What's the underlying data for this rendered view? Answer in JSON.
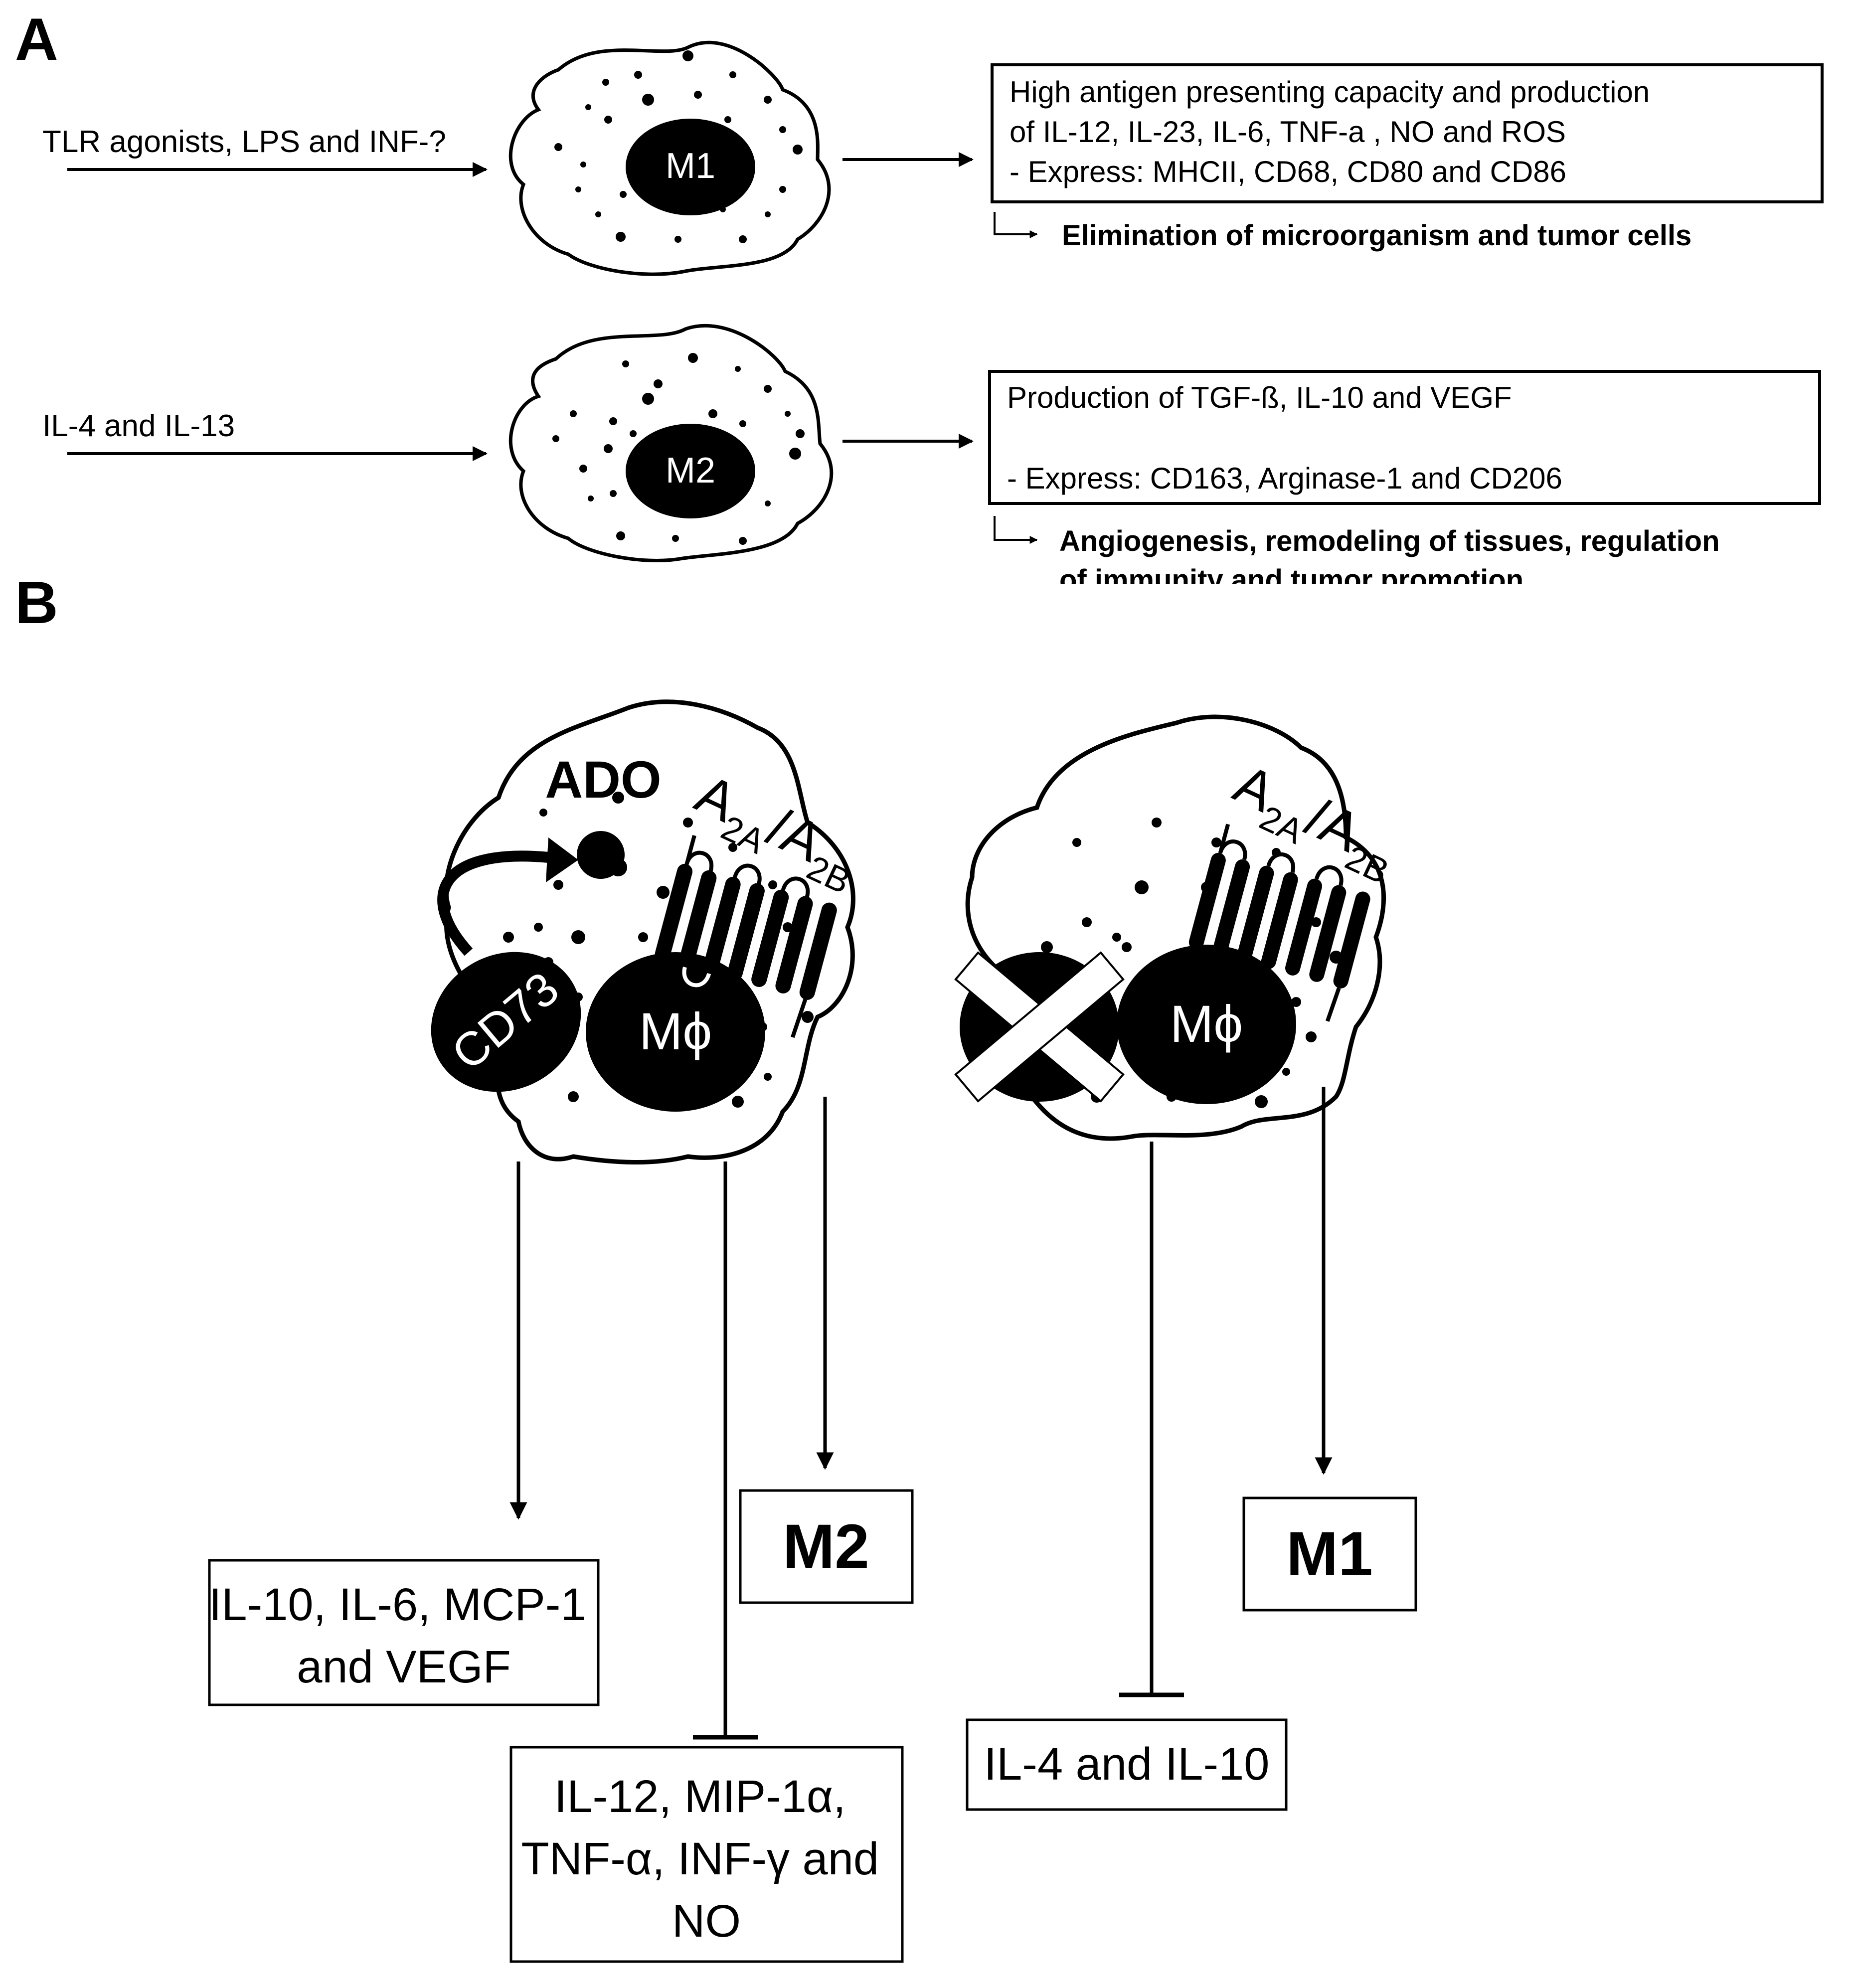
{
  "panel_a": {
    "label": "A",
    "m1": {
      "stimulus": "TLR agonists, LPS and INF-?",
      "cell_label": "M1",
      "box_lines": [
        "High antigen presenting capacity and production",
        "of IL-12, IL-23, IL-6, TNF-a , NO and ROS",
        "- Express: MHCII, CD68, CD80 and CD86"
      ],
      "outcome_lines": [
        "Elimination of microorganism and tumor cells"
      ]
    },
    "m2": {
      "stimulus": "IL-4 and IL-13",
      "cell_label": "M2",
      "box_lines": [
        "Production of TGF-ß, IL-10 and VEGF",
        "- Express: CD163, Arginase-1 and CD206"
      ],
      "outcome_lines": [
        "Angiogenesis, remodeling of tissues, regulation",
        "of immunity and tumor promotion"
      ]
    }
  },
  "panel_b": {
    "label": "B",
    "left_cell": {
      "ado_label": "ADO",
      "receptor_label": "A2A/A2B",
      "enzyme_label": "CD73",
      "cell_label": "Mϕ",
      "induced_box_lines": [
        "IL-10, IL-6, MCP-1",
        "and VEGF"
      ],
      "inhibited_box_lines": [
        "IL-12, MIP-1α,",
        "TNF-α, INF-γ and",
        "NO"
      ],
      "phenotype": "M2"
    },
    "right_cell": {
      "receptor_label": "A2A/A2B",
      "cell_label": "Mϕ",
      "inhibited_box_lines": [
        "IL-4 and IL-10"
      ],
      "phenotype": "M1"
    }
  }
}
